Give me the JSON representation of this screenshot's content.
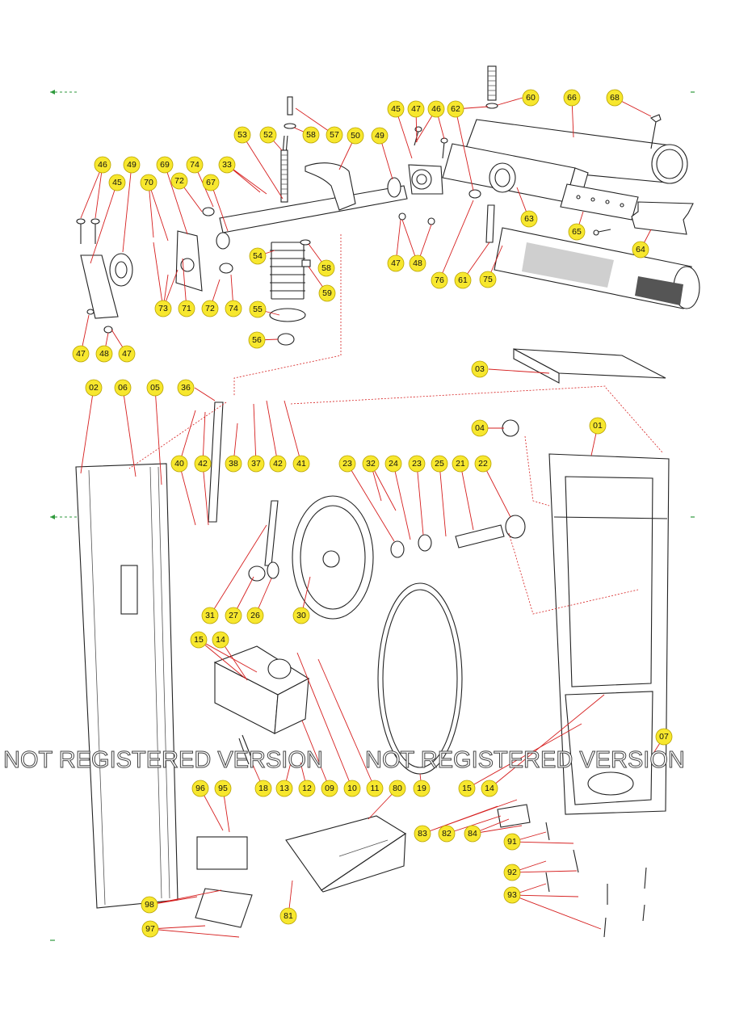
{
  "watermark": {
    "left": "NOT REGISTERED VERSION",
    "right": "NOT REGISTERED VERSION"
  },
  "parts": [
    {
      "id": "p60",
      "label": "60"
    },
    {
      "id": "p66",
      "label": "66"
    },
    {
      "id": "p68",
      "label": "68"
    },
    {
      "id": "p45a",
      "label": "45"
    },
    {
      "id": "p47a",
      "label": "47"
    },
    {
      "id": "p46a",
      "label": "46"
    },
    {
      "id": "p62",
      "label": "62"
    },
    {
      "id": "p57",
      "label": "57"
    },
    {
      "id": "p58a",
      "label": "58"
    },
    {
      "id": "p52",
      "label": "52"
    },
    {
      "id": "p53",
      "label": "53"
    },
    {
      "id": "p50",
      "label": "50"
    },
    {
      "id": "p49a",
      "label": "49"
    },
    {
      "id": "p46b",
      "label": "46"
    },
    {
      "id": "p49b",
      "label": "49"
    },
    {
      "id": "p69",
      "label": "69"
    },
    {
      "id": "p74a",
      "label": "74"
    },
    {
      "id": "p33",
      "label": "33"
    },
    {
      "id": "p45b",
      "label": "45"
    },
    {
      "id": "p70",
      "label": "70"
    },
    {
      "id": "p72a",
      "label": "72"
    },
    {
      "id": "p67",
      "label": "67"
    },
    {
      "id": "p54",
      "label": "54"
    },
    {
      "id": "p58b",
      "label": "58"
    },
    {
      "id": "p59",
      "label": "59"
    },
    {
      "id": "p47b",
      "label": "47"
    },
    {
      "id": "p48a",
      "label": "48"
    },
    {
      "id": "p76",
      "label": "76"
    },
    {
      "id": "p61",
      "label": "61"
    },
    {
      "id": "p75",
      "label": "75"
    },
    {
      "id": "p63",
      "label": "63"
    },
    {
      "id": "p65",
      "label": "65"
    },
    {
      "id": "p64",
      "label": "64"
    },
    {
      "id": "p73",
      "label": "73"
    },
    {
      "id": "p71",
      "label": "71"
    },
    {
      "id": "p72b",
      "label": "72"
    },
    {
      "id": "p74b",
      "label": "74"
    },
    {
      "id": "p55",
      "label": "55"
    },
    {
      "id": "p56",
      "label": "56"
    },
    {
      "id": "p47c",
      "label": "47"
    },
    {
      "id": "p48b",
      "label": "48"
    },
    {
      "id": "p47d",
      "label": "47"
    },
    {
      "id": "p03",
      "label": "03"
    },
    {
      "id": "p02",
      "label": "02"
    },
    {
      "id": "p06",
      "label": "06"
    },
    {
      "id": "p05",
      "label": "05"
    },
    {
      "id": "p36",
      "label": "36"
    },
    {
      "id": "p04",
      "label": "04"
    },
    {
      "id": "p01",
      "label": "01"
    },
    {
      "id": "p40",
      "label": "40"
    },
    {
      "id": "p42a",
      "label": "42"
    },
    {
      "id": "p38",
      "label": "38"
    },
    {
      "id": "p37",
      "label": "37"
    },
    {
      "id": "p42b",
      "label": "42"
    },
    {
      "id": "p41",
      "label": "41"
    },
    {
      "id": "p23a",
      "label": "23"
    },
    {
      "id": "p32",
      "label": "32"
    },
    {
      "id": "p24",
      "label": "24"
    },
    {
      "id": "p23b",
      "label": "23"
    },
    {
      "id": "p25",
      "label": "25"
    },
    {
      "id": "p21",
      "label": "21"
    },
    {
      "id": "p22",
      "label": "22"
    },
    {
      "id": "p31",
      "label": "31"
    },
    {
      "id": "p27",
      "label": "27"
    },
    {
      "id": "p26",
      "label": "26"
    },
    {
      "id": "p30",
      "label": "30"
    },
    {
      "id": "p15a",
      "label": "15"
    },
    {
      "id": "p14a",
      "label": "14"
    },
    {
      "id": "p07",
      "label": "07"
    },
    {
      "id": "p18",
      "label": "18"
    },
    {
      "id": "p13",
      "label": "13"
    },
    {
      "id": "p12",
      "label": "12"
    },
    {
      "id": "p09",
      "label": "09"
    },
    {
      "id": "p10",
      "label": "10"
    },
    {
      "id": "p11",
      "label": "11"
    },
    {
      "id": "p19",
      "label": "19"
    },
    {
      "id": "p15b",
      "label": "15"
    },
    {
      "id": "p14b",
      "label": "14"
    },
    {
      "id": "p96",
      "label": "96"
    },
    {
      "id": "p95",
      "label": "95"
    },
    {
      "id": "p80",
      "label": "80"
    },
    {
      "id": "p83",
      "label": "83"
    },
    {
      "id": "p82",
      "label": "82"
    },
    {
      "id": "p84",
      "label": "84"
    },
    {
      "id": "p91",
      "label": "91"
    },
    {
      "id": "p92",
      "label": "92"
    },
    {
      "id": "p93",
      "label": "93"
    },
    {
      "id": "p98",
      "label": "98"
    },
    {
      "id": "p81",
      "label": "81"
    },
    {
      "id": "p97",
      "label": "97"
    }
  ]
}
